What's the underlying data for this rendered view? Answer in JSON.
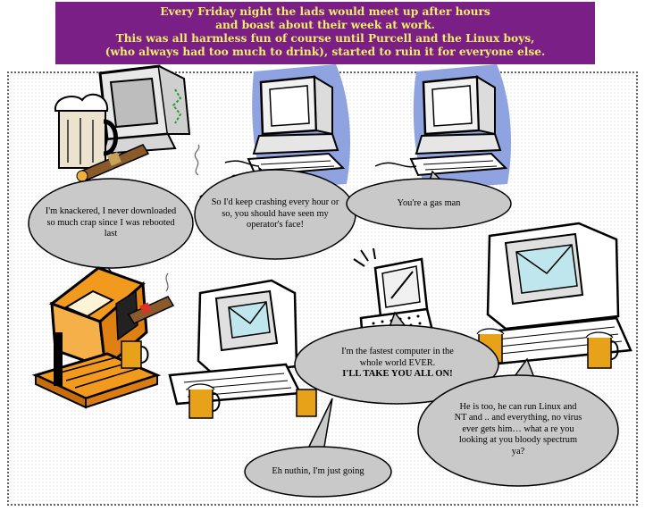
{
  "header": {
    "lines": [
      "Every Friday night the lads would meet up after hours",
      "and boast about their week at work.",
      "This was all harmless fun of course until Purcell and the Linux boys,",
      "(who always had too much to drink), started to ruin it for everyone else."
    ]
  },
  "bubbles": {
    "knackered": "I'm knackered, I never downloaded so much crap since I was rebooted last",
    "crashing": "So I'd keep crashing every hour or so, you should have seen my operator's face!",
    "gasman": "You're a gas man",
    "fastest_line1": "I'm the fastest computer in the whole world EVER.",
    "fastest_line2": "I'LL TAKE YOU ALL ON!",
    "linux": "He is too, he can run Linux and NT and .. and everything, no virus ever gets him… what a re you looking at you bloody spectrum ya?",
    "nothin": "Eh nuthin, I'm just going"
  },
  "colors": {
    "header_bg": "#7a1f86",
    "header_text": "#f4ee6a",
    "bubble_fill": "#c9c9c9",
    "monitor_blue": "#8fa3e0",
    "orange": "#f29a1e",
    "beer": "#e8a21a",
    "screen_cyan": "#bfe6ec"
  }
}
